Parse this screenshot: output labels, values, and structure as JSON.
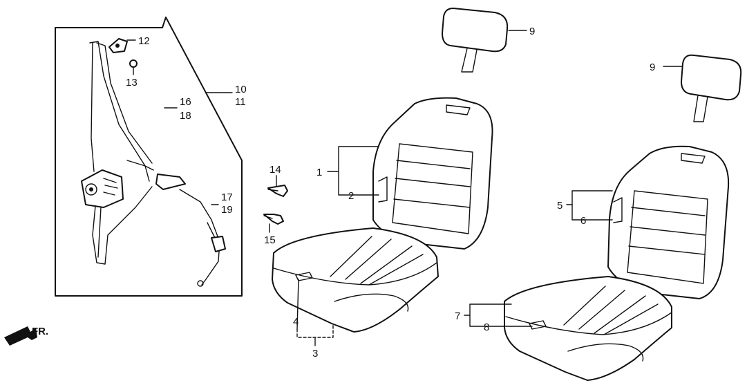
{
  "direction_label": "FR.",
  "callouts": {
    "c1": "1",
    "c2": "2",
    "c3": "3",
    "c4": "4",
    "c5": "5",
    "c6": "6",
    "c7": "7",
    "c8": "8",
    "c9a": "9",
    "c9b": "9",
    "c10": "10",
    "c11": "11",
    "c12": "12",
    "c13": "13",
    "c14": "14",
    "c15": "15",
    "c16": "16",
    "c17": "17",
    "c18": "18",
    "c19": "19"
  }
}
